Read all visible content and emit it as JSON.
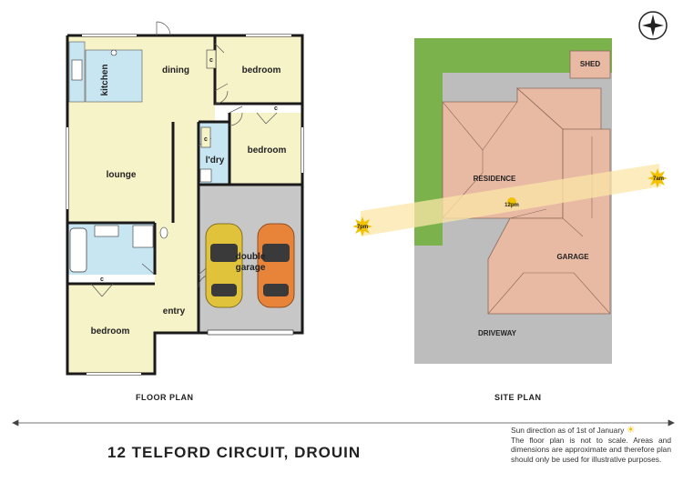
{
  "floor_plan": {
    "caption": "FLOOR PLAN",
    "rooms": {
      "kitchen": "kitchen",
      "dining": "dining",
      "bedroom_1": "bedroom",
      "bedroom_2": "bedroom",
      "bedroom_3": "bedroom",
      "lounge": "lounge",
      "laundry": "l'dry",
      "garage_line1": "double",
      "garage_line2": "garage",
      "entry": "entry"
    },
    "closet_mark": "c"
  },
  "site_plan": {
    "caption": "SITE PLAN",
    "labels": {
      "residence": "RESIDENCE",
      "garage": "GARAGE",
      "shed": "SHED",
      "driveway": "DRIVEWAY"
    },
    "sun_times": {
      "evening": "7pm",
      "noon": "12pm",
      "morning": "7am"
    }
  },
  "address": "12 TELFORD CIRCUIT, DROUIN",
  "notes": {
    "sun_direction": "Sun direction as of 1st of January",
    "disclaimer": "The floor plan is not to scale. Areas and dimensions are approximate and therefore plan should only be used for illustrative purposes."
  },
  "colors": {
    "room_fill": "#f7f3c9",
    "wet_area_fill": "#c8e6f2",
    "garage_fill": "#c7c7c7",
    "wall": "#1a1a1a",
    "lawn": "#7bb24c",
    "lot": "#bdbdbd",
    "roof": "#e8b9a3",
    "roof_edge": "#8a6a5a",
    "sun": "#f2c200",
    "sun_path": "#fce7a8",
    "car_yellow": "#e0c33a",
    "car_orange": "#e8833a"
  },
  "icons": {
    "compass": "compass-icon",
    "sun": "sun-icon"
  }
}
